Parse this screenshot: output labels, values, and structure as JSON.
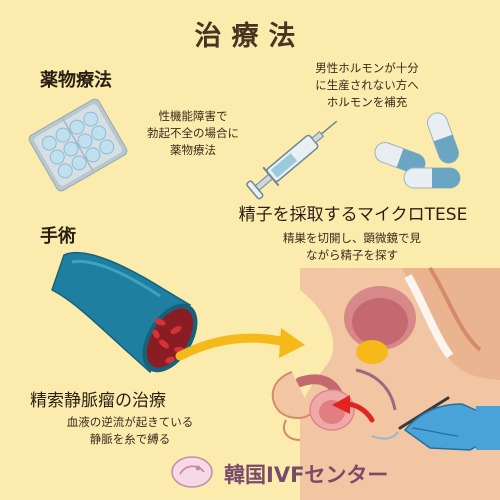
{
  "title": "治療法",
  "section_medication": {
    "heading": "薬物療法",
    "note_lines": [
      "性機能障害で",
      "勃起不全の場合に",
      "薬物療法"
    ]
  },
  "section_hormone": {
    "note_lines": [
      "男性ホルモンが十分",
      "に生産されない方へ",
      "ホルモンを補充"
    ]
  },
  "section_micro_tese": {
    "heading": "精子を採取するマイクロTESE",
    "note_lines": [
      "精巣を切開し、顕微鏡で見",
      "ながら精子を探す"
    ]
  },
  "section_surgery": {
    "heading": "手術"
  },
  "section_varicocele": {
    "heading": "精索静脈瘤の治療",
    "note_lines": [
      "血液の逆流が起きている",
      "静脈を糸で縛る"
    ]
  },
  "brand": {
    "name": "韓国IVFセンター"
  },
  "colors": {
    "background": "#fbecae",
    "pill_blister": "#b9c7cf",
    "pill": "#bfe0ef",
    "capsule_blue": "#6aa6c4",
    "vein_outer": "#1f7fa0",
    "vein_red": "#c6242a",
    "arrow_yellow": "#f5b919",
    "arrow_red": "#e1241f",
    "skin": "#f2c6a3",
    "glove": "#4aa3d8",
    "logo": "#7a4a6a"
  }
}
